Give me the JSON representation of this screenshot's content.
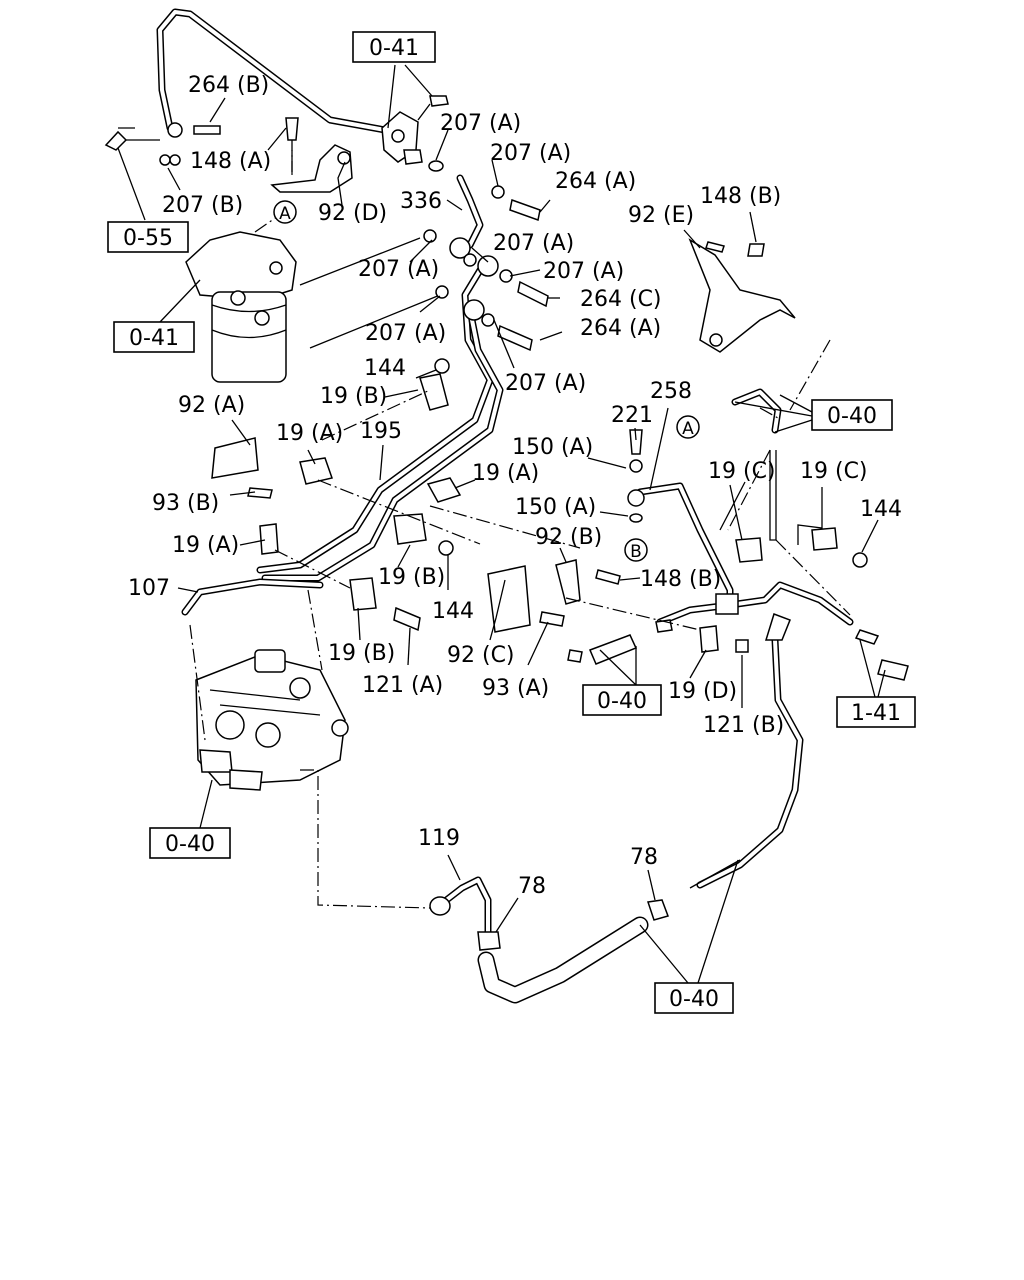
{
  "ref_boxes": [
    {
      "id": "ref-0-41-top",
      "text": "0-41"
    },
    {
      "id": "ref-0-55",
      "text": "0-55"
    },
    {
      "id": "ref-0-41-filter",
      "text": "0-41"
    },
    {
      "id": "ref-0-40-right",
      "text": "0-40"
    },
    {
      "id": "ref-0-40-mid",
      "text": "0-40"
    },
    {
      "id": "ref-1-41",
      "text": "1-41"
    },
    {
      "id": "ref-0-40-pump",
      "text": "0-40"
    },
    {
      "id": "ref-0-40-bottom",
      "text": "0-40"
    }
  ],
  "callouts": [
    {
      "id": "264b",
      "text": "264 (B)"
    },
    {
      "id": "148a",
      "text": "148 (A)"
    },
    {
      "id": "207b",
      "text": "207 (B)"
    },
    {
      "id": "92d",
      "text": "92 (D)"
    },
    {
      "id": "207a-1",
      "text": "207 (A)"
    },
    {
      "id": "207a-2",
      "text": "207 (A)"
    },
    {
      "id": "264a-1",
      "text": "264 (A)"
    },
    {
      "id": "336",
      "text": "336"
    },
    {
      "id": "207a-3",
      "text": "207 (A)"
    },
    {
      "id": "207a-4",
      "text": "207 (A)"
    },
    {
      "id": "207a-5",
      "text": "207 (A)"
    },
    {
      "id": "264c",
      "text": "264 (C)"
    },
    {
      "id": "207a-6",
      "text": "207 (A)"
    },
    {
      "id": "264a-2",
      "text": "264 (A)"
    },
    {
      "id": "207a-7",
      "text": "207 (A)"
    },
    {
      "id": "92e",
      "text": "92 (E)"
    },
    {
      "id": "148b-1",
      "text": "148 (B)"
    },
    {
      "id": "144-1",
      "text": "144"
    },
    {
      "id": "19b-1",
      "text": "19 (B)"
    },
    {
      "id": "92a",
      "text": "92 (A)"
    },
    {
      "id": "19a-1",
      "text": "19 (A)"
    },
    {
      "id": "195",
      "text": "195"
    },
    {
      "id": "93b",
      "text": "93 (B)"
    },
    {
      "id": "221",
      "text": "221"
    },
    {
      "id": "258",
      "text": "258"
    },
    {
      "id": "150a-1",
      "text": "150 (A)"
    },
    {
      "id": "19a-2",
      "text": "19 (A)"
    },
    {
      "id": "150a-2",
      "text": "150 (A)"
    },
    {
      "id": "19c-1",
      "text": "19 (C)"
    },
    {
      "id": "19c-2",
      "text": "19 (C)"
    },
    {
      "id": "144-2",
      "text": "144"
    },
    {
      "id": "19a-3",
      "text": "19 (A)"
    },
    {
      "id": "92b",
      "text": "92 (B)"
    },
    {
      "id": "148b-2",
      "text": "148 (B)"
    },
    {
      "id": "107",
      "text": "107"
    },
    {
      "id": "19b-2",
      "text": "19 (B)"
    },
    {
      "id": "144-3",
      "text": "144"
    },
    {
      "id": "19b-3",
      "text": "19 (B)"
    },
    {
      "id": "92c",
      "text": "92 (C)"
    },
    {
      "id": "121a",
      "text": "121 (A)"
    },
    {
      "id": "93a",
      "text": "93 (A)"
    },
    {
      "id": "19d",
      "text": "19 (D)"
    },
    {
      "id": "121b",
      "text": "121 (B)"
    },
    {
      "id": "119",
      "text": "119"
    },
    {
      "id": "78-1",
      "text": "78"
    },
    {
      "id": "78-2",
      "text": "78"
    }
  ],
  "markers": [
    {
      "id": "marker-a-filter",
      "text": "A"
    },
    {
      "id": "marker-a-right",
      "text": "A"
    },
    {
      "id": "marker-b",
      "text": "B"
    }
  ]
}
